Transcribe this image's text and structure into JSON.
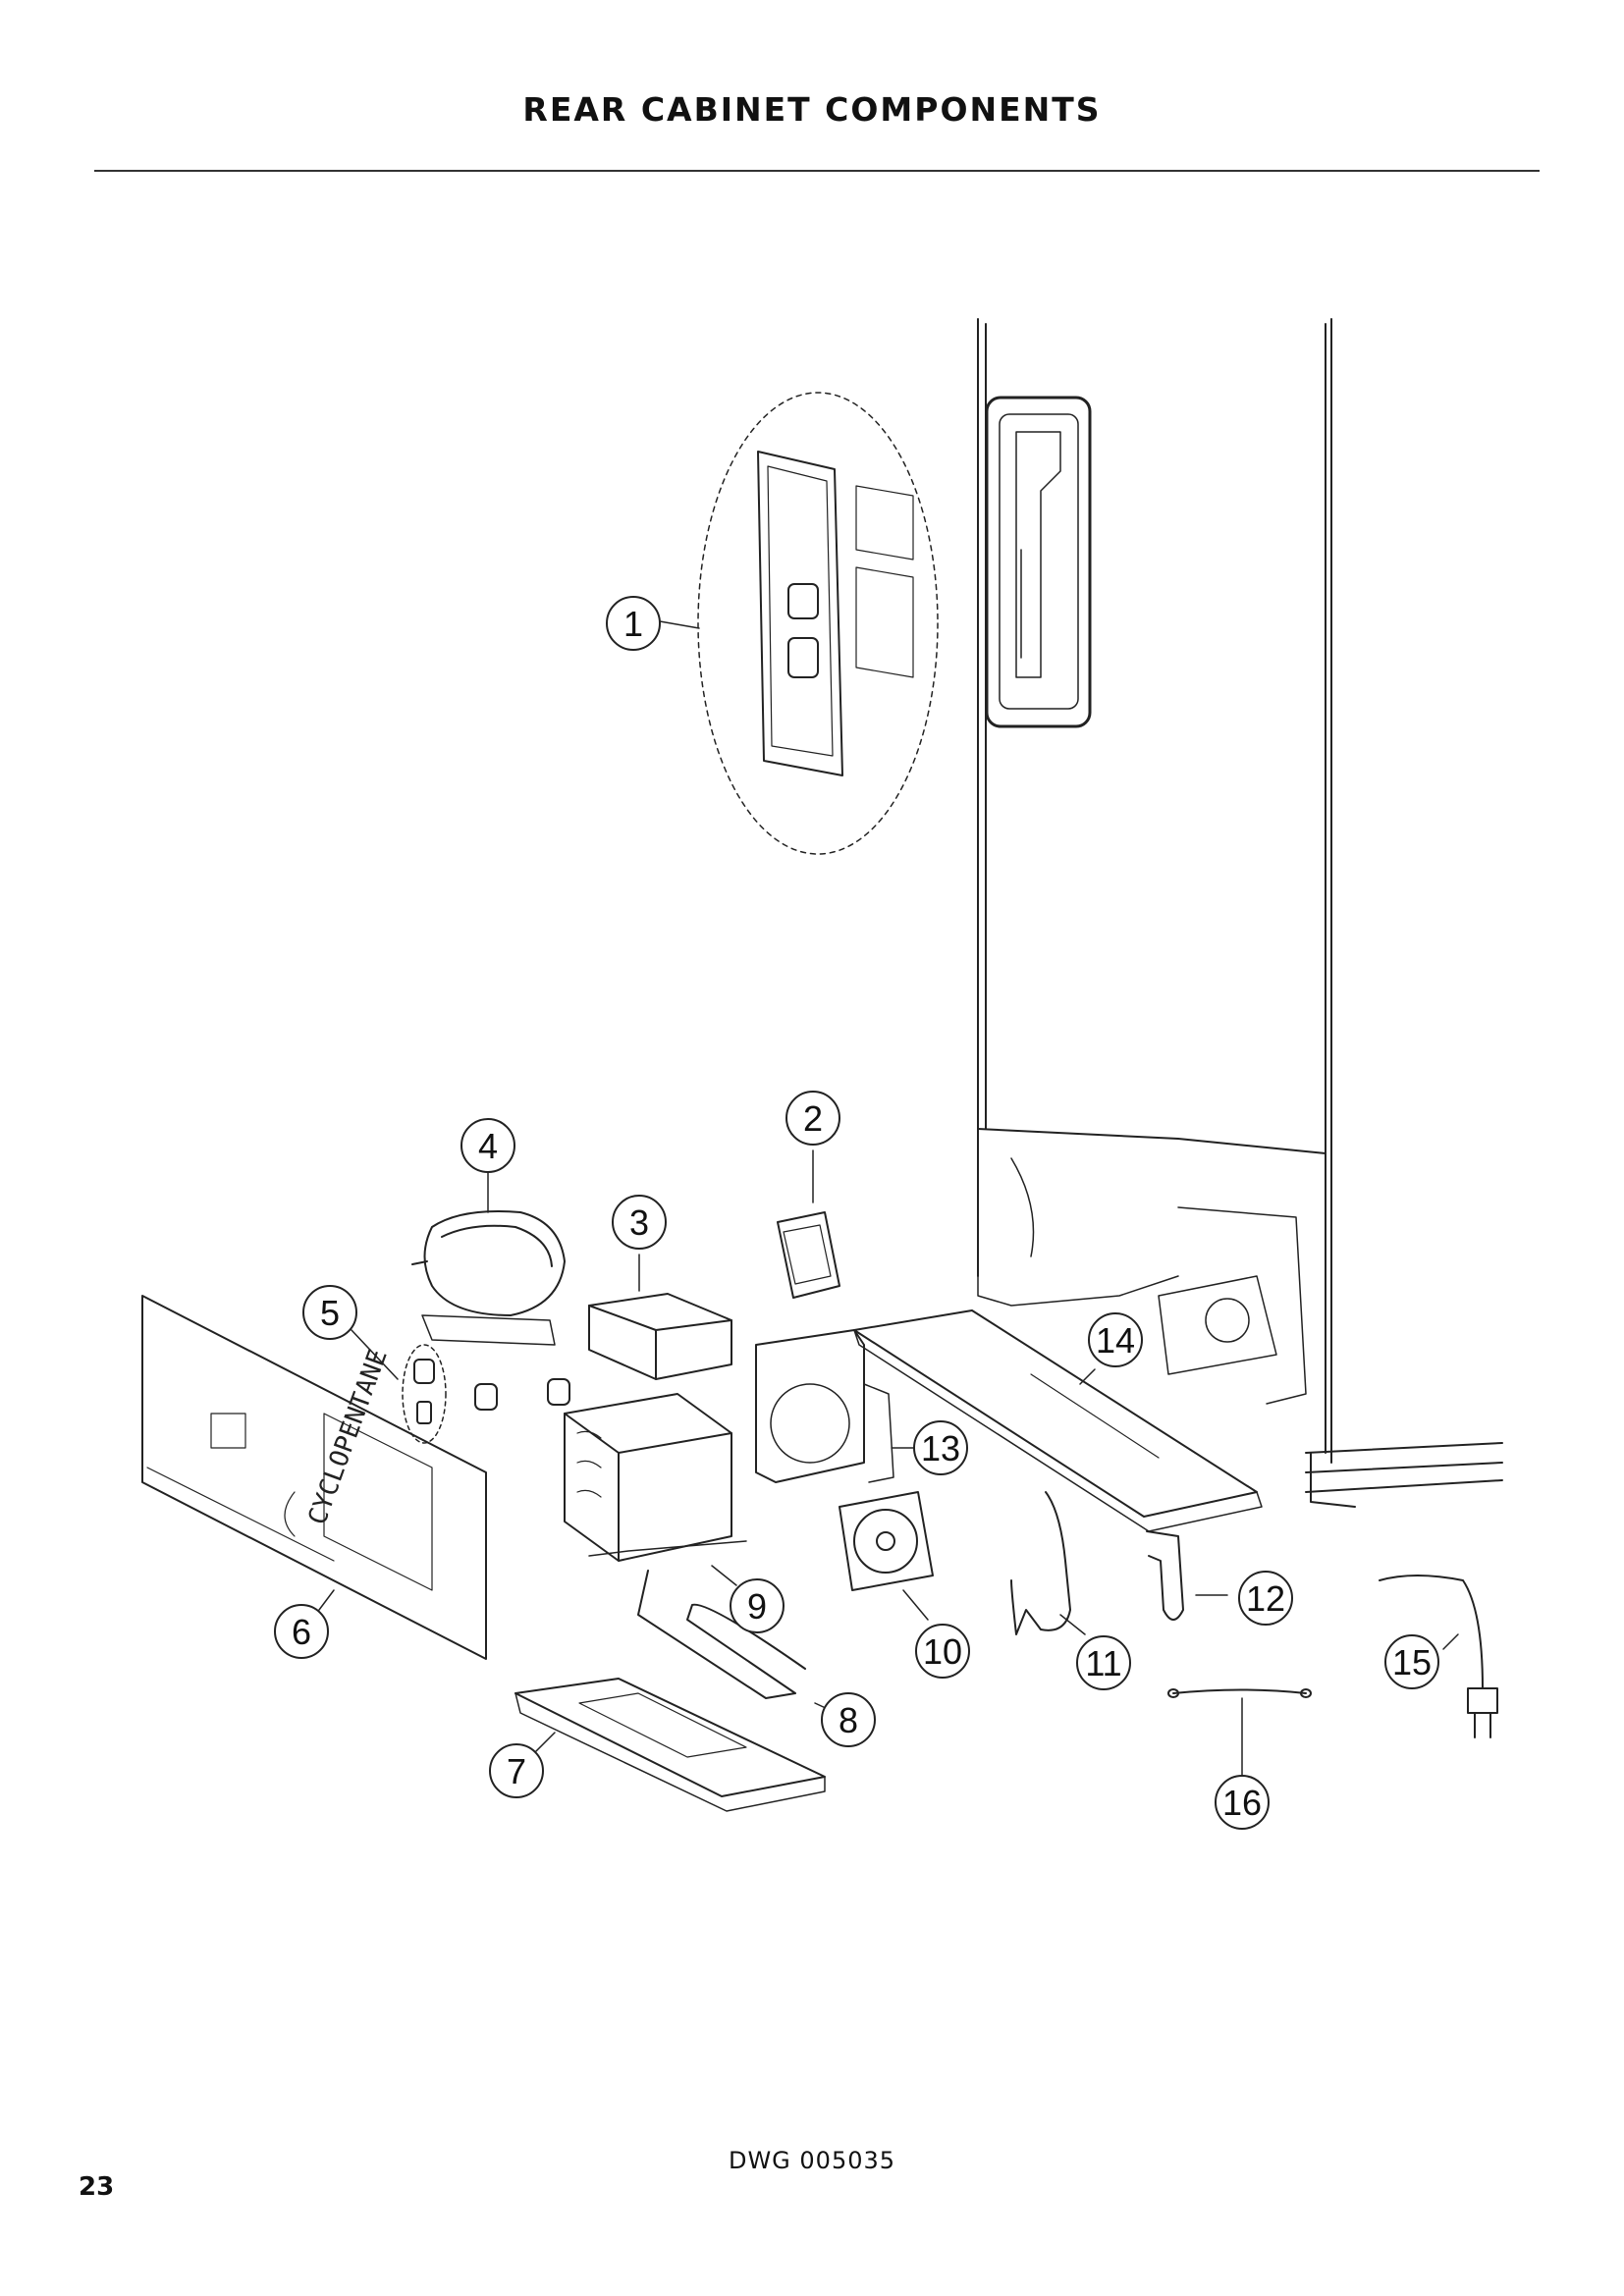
{
  "page": {
    "title": "REAR CABINET COMPONENTS",
    "drawing_number": "DWG 005035",
    "page_number": "23"
  },
  "diagram": {
    "label_text": "CYCLOPENTANE",
    "callouts": [
      "1",
      "2",
      "3",
      "4",
      "5",
      "6",
      "7",
      "8",
      "9",
      "10",
      "11",
      "12",
      "13",
      "14",
      "15",
      "16"
    ]
  }
}
